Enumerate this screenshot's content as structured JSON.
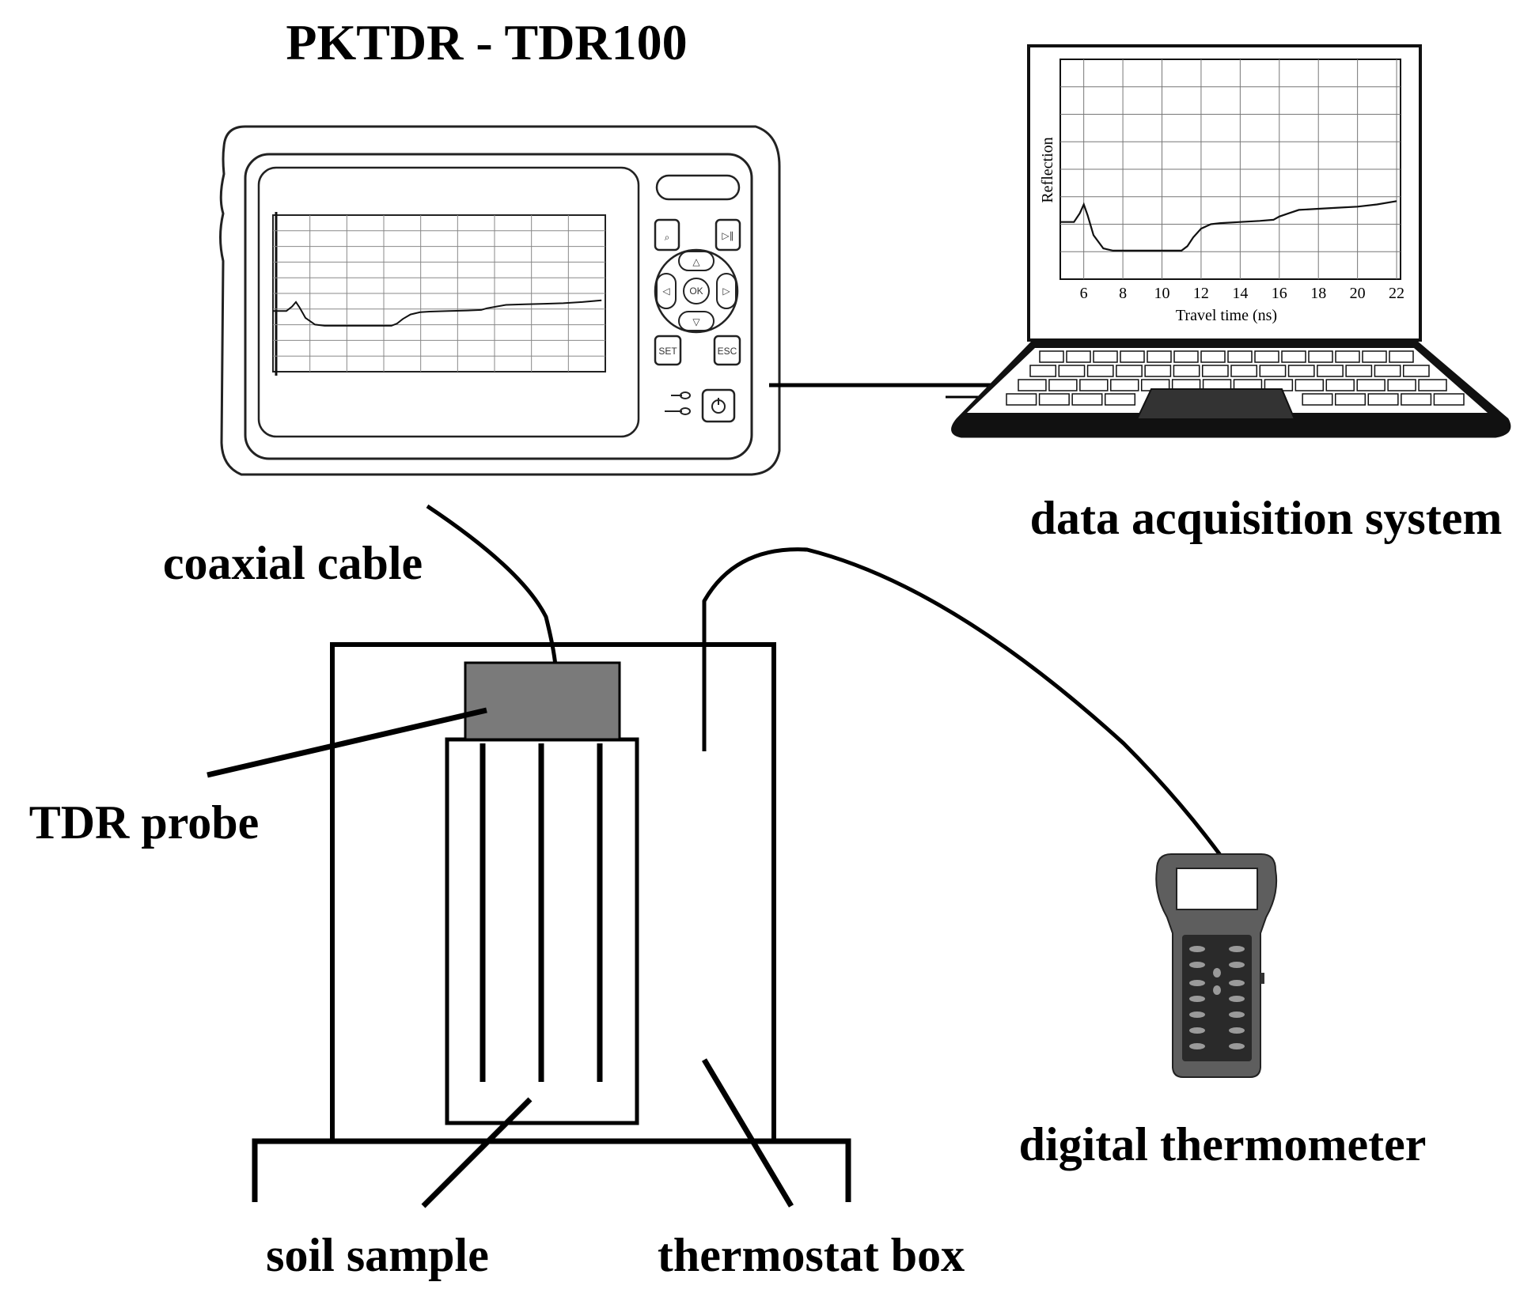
{
  "title": "PKTDR - TDR100",
  "labels": {
    "data_acquisition": "data acquisition system",
    "coaxial_cable": "coaxial cable",
    "tdr_probe": "TDR probe",
    "digital_thermometer": "digital thermometer",
    "soil_sample": "soil sample",
    "thermostat_box": "thermostat box"
  },
  "device_buttons": {
    "ok": "OK",
    "set": "SET",
    "esc": "ESC"
  },
  "chart_data": {
    "type": "line",
    "title": "",
    "xlabel": "Travel time (ns)",
    "ylabel": "Reflection",
    "xlim": [
      4.8,
      22.2
    ],
    "xticks": [
      6,
      8,
      10,
      12,
      14,
      16,
      18,
      20,
      22
    ],
    "x": [
      4.8,
      5.5,
      5.8,
      6.0,
      6.2,
      6.5,
      7.0,
      7.5,
      8.0,
      9.0,
      10.0,
      11.0,
      11.3,
      11.6,
      12.0,
      12.5,
      13.0,
      14.0,
      15.0,
      15.7,
      16.0,
      16.5,
      17.0,
      18.0,
      19.0,
      20.0,
      21.0,
      22.0
    ],
    "y": [
      0.26,
      0.26,
      0.3,
      0.34,
      0.29,
      0.2,
      0.14,
      0.13,
      0.13,
      0.13,
      0.13,
      0.13,
      0.15,
      0.19,
      0.23,
      0.25,
      0.255,
      0.26,
      0.265,
      0.27,
      0.285,
      0.3,
      0.315,
      0.32,
      0.325,
      0.33,
      0.34,
      0.355
    ],
    "ylim": [
      0.0,
      1.0
    ]
  }
}
